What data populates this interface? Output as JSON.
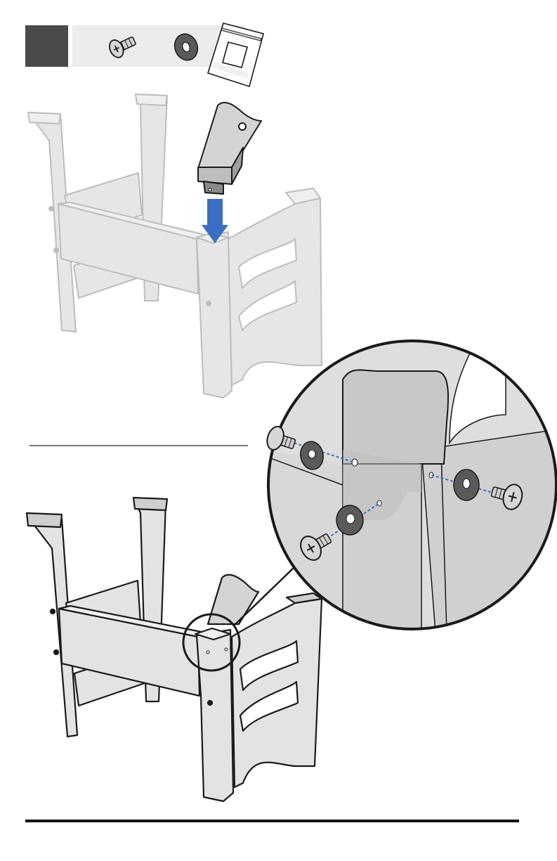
{
  "step": {
    "number": ""
  },
  "parts": [
    {
      "name": "bolt",
      "icon": "bolt-icon"
    },
    {
      "name": "washer",
      "icon": "washer-icon"
    },
    {
      "name": "hardware-bag",
      "icon": "hardware-bag-icon"
    }
  ],
  "colors": {
    "step_box": "#4a4a4a",
    "parts_strip": "#ececec",
    "frame_light": "#e6e6e6",
    "frame_outline_light": "#bdbdbd",
    "frame_dark": "#d9d9d9",
    "arrow": "#3b6fc4",
    "dash": "#3b6fc4",
    "washer": "#5a5a5a",
    "outline": "#1a1a1a"
  }
}
